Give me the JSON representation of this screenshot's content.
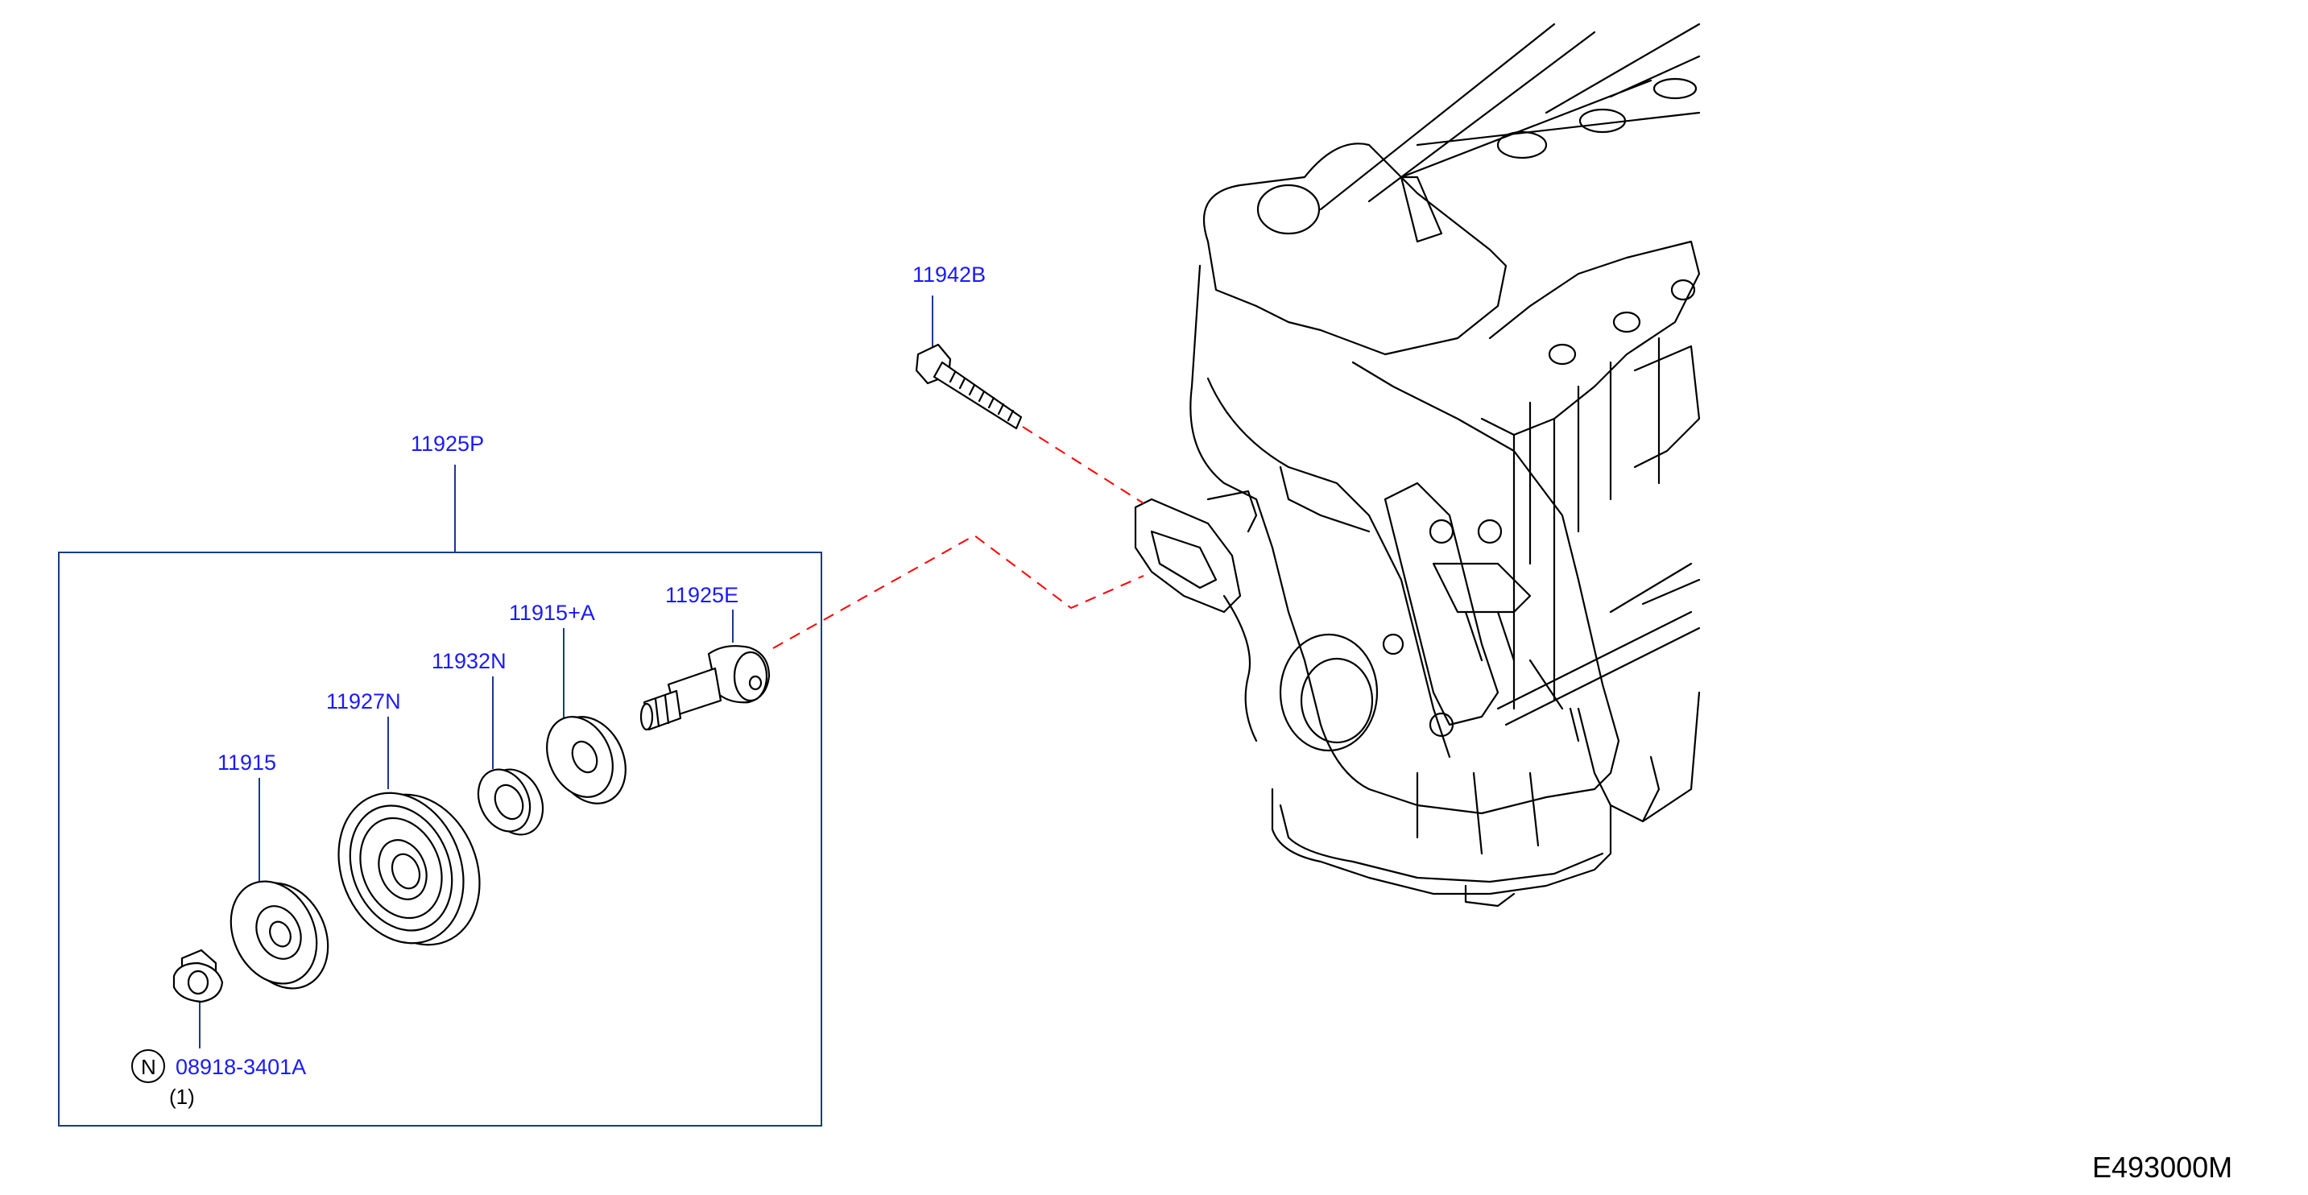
{
  "callouts": {
    "p11942B": "11942B",
    "p11925P": "11925P",
    "p11925E": "11925E",
    "p11915A": "11915+A",
    "p11932N": "11932N",
    "p11927N": "11927N",
    "p11915": "11915",
    "p08918": "08918-3401A"
  },
  "nut_marker": "N",
  "quantity": "(1)",
  "diagram_code": "E493000M",
  "colors": {
    "callout": "#1a1aff",
    "leader": "#1a3a8a",
    "link": "#ff0000"
  }
}
